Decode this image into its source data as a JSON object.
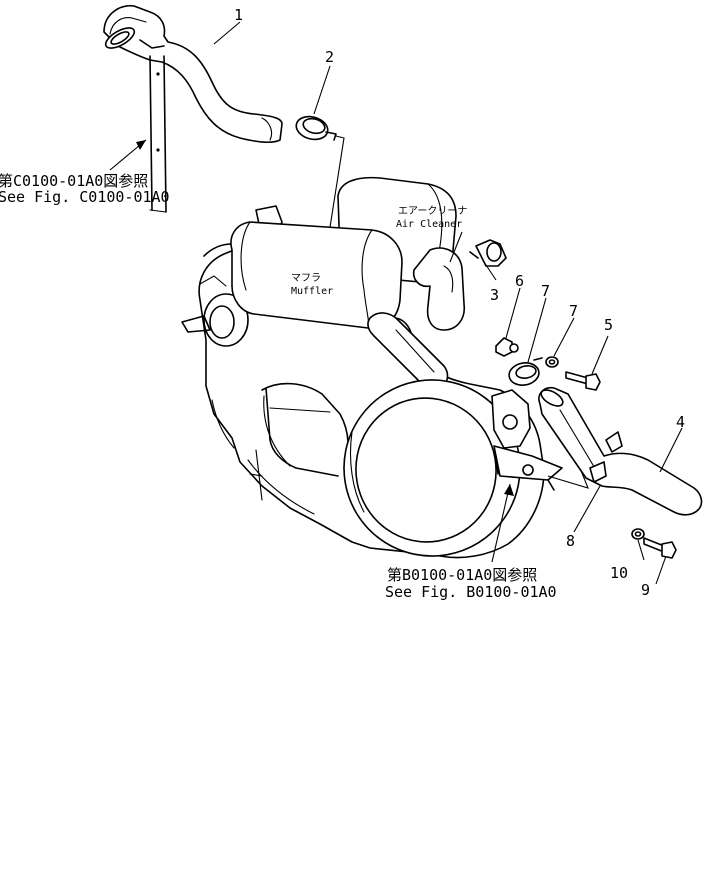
{
  "part_numbers": {
    "p1": "1",
    "p2": "2",
    "p3": "3",
    "p4": "4",
    "p5": "5",
    "p6": "6",
    "p7a": "7",
    "p7b": "7",
    "p8": "8",
    "p9": "9",
    "p10": "10"
  },
  "references": {
    "top_jp": "第C0100-01A0図参照",
    "top_en": "See Fig. C0100-01A0",
    "bottom_jp": "第B0100-01A0図参照",
    "bottom_en": "See Fig. B0100-01A0"
  },
  "labels": {
    "air_cleaner_jp": "エアークリーナ",
    "air_cleaner_en": "Air Cleaner",
    "muffler_jp": "マフラ",
    "muffler_en": "Muffler"
  }
}
